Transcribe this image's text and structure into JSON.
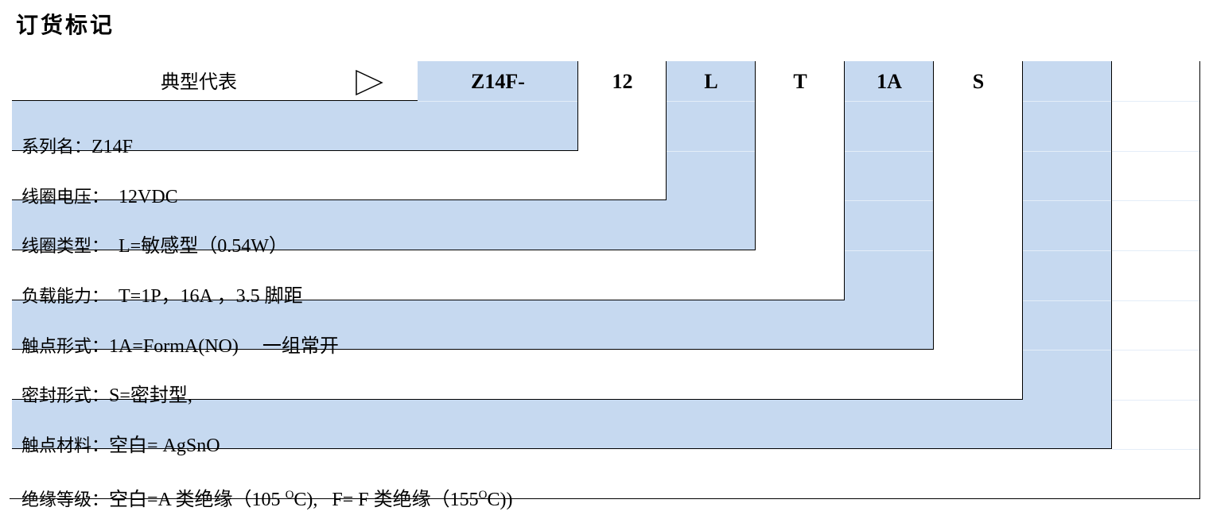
{
  "title": "订货标记",
  "header": {
    "label": "典型代表",
    "arrow_icon": "triangle-right-icon",
    "codes": [
      "Z14F-",
      "12",
      "L",
      "T",
      "1A",
      "S",
      ""
    ]
  },
  "rows": [
    {
      "label": "系列名：",
      "value": "Z14F"
    },
    {
      "label": "线圈电压：",
      "value": "  12VDC"
    },
    {
      "label": "线圈类型：",
      "value": "  L=敏感型（0.54W）"
    },
    {
      "label": "负载能力：",
      "value": "  T=1P，16A ，3.5 脚距"
    },
    {
      "label": "触点形式：",
      "value": "1A=FormA(NO)     一组常开"
    },
    {
      "label": "密封形式：",
      "value": "S=密封型,"
    },
    {
      "label": "触点材料：",
      "value": "空白= AgSnO"
    },
    {
      "label": "绝缘等级：",
      "value_a": "空白=A 类绝缘（105 ",
      "sup_a": "O",
      "value_b": "C),   F= F 类绝缘（155",
      "sup_b": "O",
      "value_c": "C))"
    }
  ],
  "colors": {
    "highlight": "#c6d9f0",
    "line": "#000000"
  }
}
